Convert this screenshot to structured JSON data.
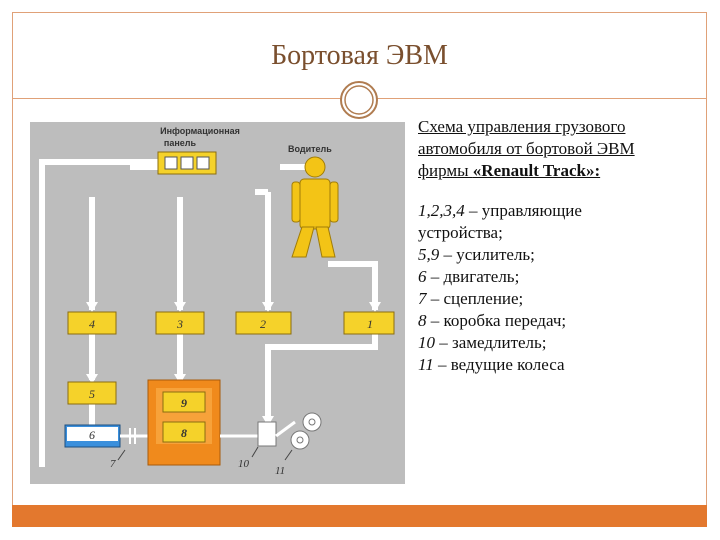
{
  "slide": {
    "title": "Бортовая ЭВМ",
    "colors": {
      "accent": "#e3782e",
      "title": "#7a4f2e",
      "frame": "#e0a178"
    }
  },
  "text": {
    "heading_line1": "Схема управления грузового",
    "heading_line2": "автомобиля от бортовой ЭВМ",
    "heading_line3_prefix": "фирмы ",
    "heading_brand": "«Renault Track»:",
    "legend": [
      {
        "num": "1,2,3,4",
        "desc": " – управляющие"
      },
      {
        "num": "",
        "desc": "устройства;"
      },
      {
        "num": "5,9",
        "desc": " – усилитель;"
      },
      {
        "num": "6",
        "desc": " – двигатель;"
      },
      {
        "num": "7",
        "desc": " – сцепление;"
      },
      {
        "num": "8",
        "desc": " – коробка передач;"
      },
      {
        "num": "10",
        "desc": " – замедлитель;"
      },
      {
        "num": "11",
        "desc": " – ведущие колеса"
      }
    ]
  },
  "diagram": {
    "info_panel_label_1": "Информационная",
    "info_panel_label_2": "панель",
    "driver_label": "Водитель",
    "blocks": {
      "b1": "1",
      "b2": "2",
      "b3": "3",
      "b4": "4",
      "b5": "5",
      "b6": "6",
      "b7": "7",
      "b8": "8",
      "b9": "9",
      "b10": "10",
      "b11": "11"
    },
    "colors": {
      "background": "#bdbdbd",
      "block": "#f5d22a",
      "driver": "#f3c416",
      "gearbox": "#f08a1c",
      "engine": "#3a8fdc"
    }
  }
}
